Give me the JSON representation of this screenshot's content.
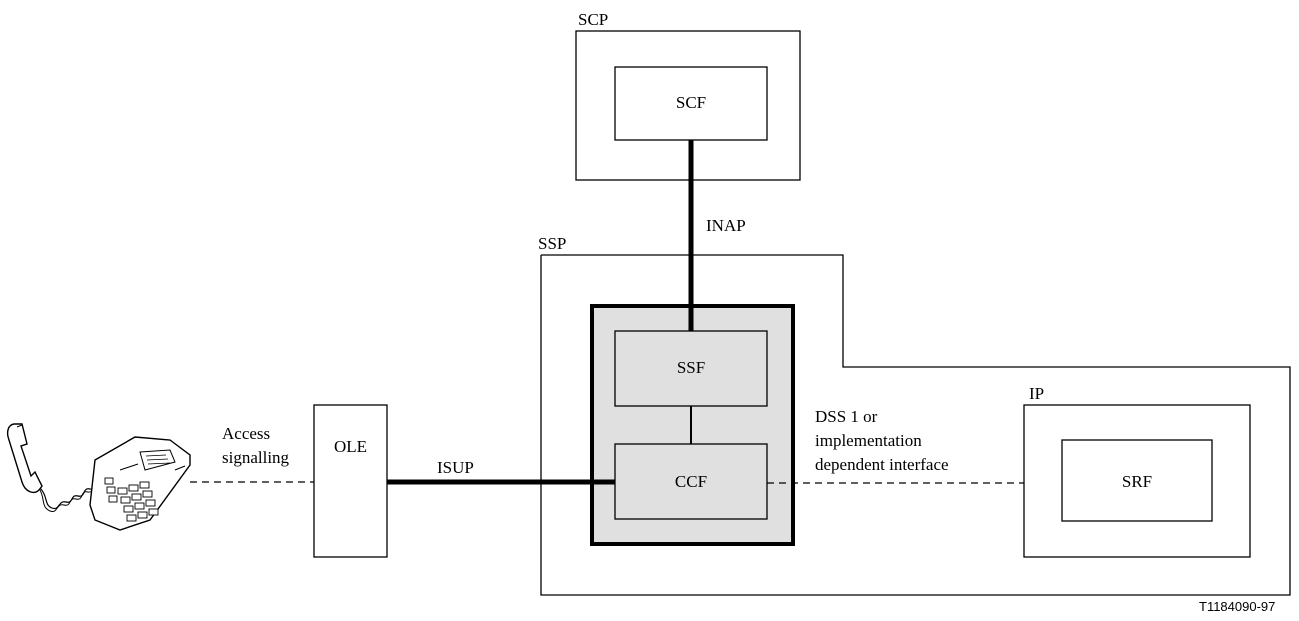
{
  "diagram": {
    "scp": {
      "label": "SCP",
      "scf_label": "SCF"
    },
    "inap_label": "INAP",
    "ssp": {
      "label": "SSP",
      "ssf_label": "SSF",
      "ccf_label": "CCF"
    },
    "ip": {
      "label": "IP",
      "srf_label": "SRF"
    },
    "ole_label": "OLE",
    "isup_label": "ISUP",
    "access_label_line1": "Access",
    "access_label_line2": "signalling",
    "dss_label_line1": "DSS 1 or",
    "dss_label_line2": "implementation",
    "dss_label_line3": "dependent interface",
    "telephone_icon": "telephone-icon",
    "figure_id": "T1184090-97"
  }
}
